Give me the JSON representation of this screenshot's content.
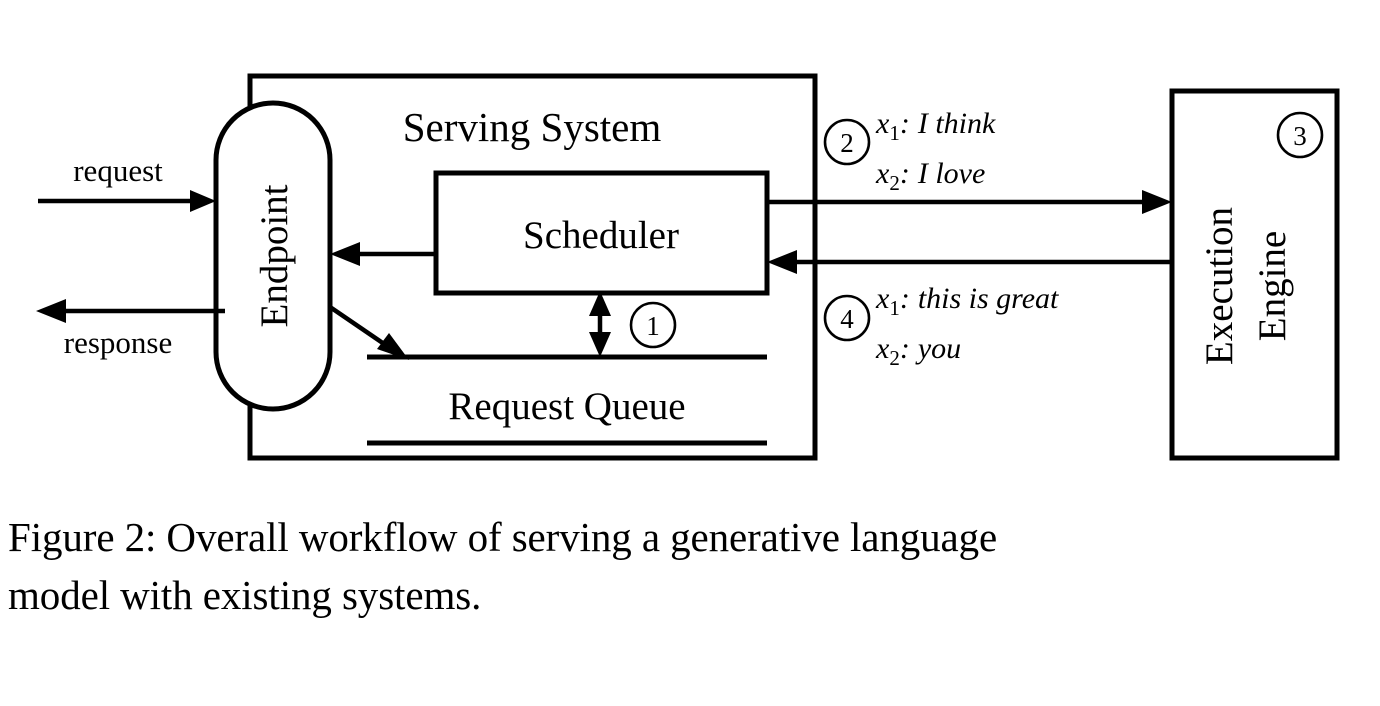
{
  "figure": {
    "caption": "Figure 2: Overall workflow of serving a generative language model with existing systems.",
    "caption_line1": "Figure 2: Overall workflow of serving a generative language",
    "caption_line2": "model with existing systems.",
    "ink_color": "#000000",
    "background_color": "#ffffff"
  },
  "diagram": {
    "containers": {
      "serving_system": {
        "label": "Serving System"
      },
      "execution_engine": {
        "label_line1": "Execution",
        "label_line2": "Engine"
      }
    },
    "nodes": {
      "endpoint": {
        "label": "Endpoint"
      },
      "scheduler": {
        "label": "Scheduler"
      },
      "request_queue": {
        "label": "Request Queue"
      }
    },
    "external_arrows": [
      {
        "name": "request",
        "label": "request",
        "direction": "into-endpoint"
      },
      {
        "name": "response",
        "label": "response",
        "direction": "out-of-endpoint"
      }
    ],
    "sequence_markers": [
      {
        "id": "1",
        "glyph": "1",
        "attached_to": "scheduler-queue-link"
      },
      {
        "id": "2",
        "glyph": "2",
        "attached_to": "scheduler-to-execution-engine"
      },
      {
        "id": "3",
        "glyph": "3",
        "attached_to": "execution-engine"
      },
      {
        "id": "4",
        "glyph": "4",
        "attached_to": "execution-engine-to-scheduler"
      }
    ],
    "messages": {
      "step2": {
        "marker": "2",
        "rows": [
          {
            "var": "x",
            "sub": "1",
            "sep": ":",
            "text": "I think"
          },
          {
            "var": "x",
            "sub": "2",
            "sep": ":",
            "text": "I love"
          }
        ]
      },
      "step4": {
        "marker": "4",
        "rows": [
          {
            "var": "x",
            "sub": "1",
            "sep": ":",
            "text": "this is great"
          },
          {
            "var": "x",
            "sub": "2",
            "sep": ":",
            "text": "you"
          }
        ]
      }
    }
  }
}
